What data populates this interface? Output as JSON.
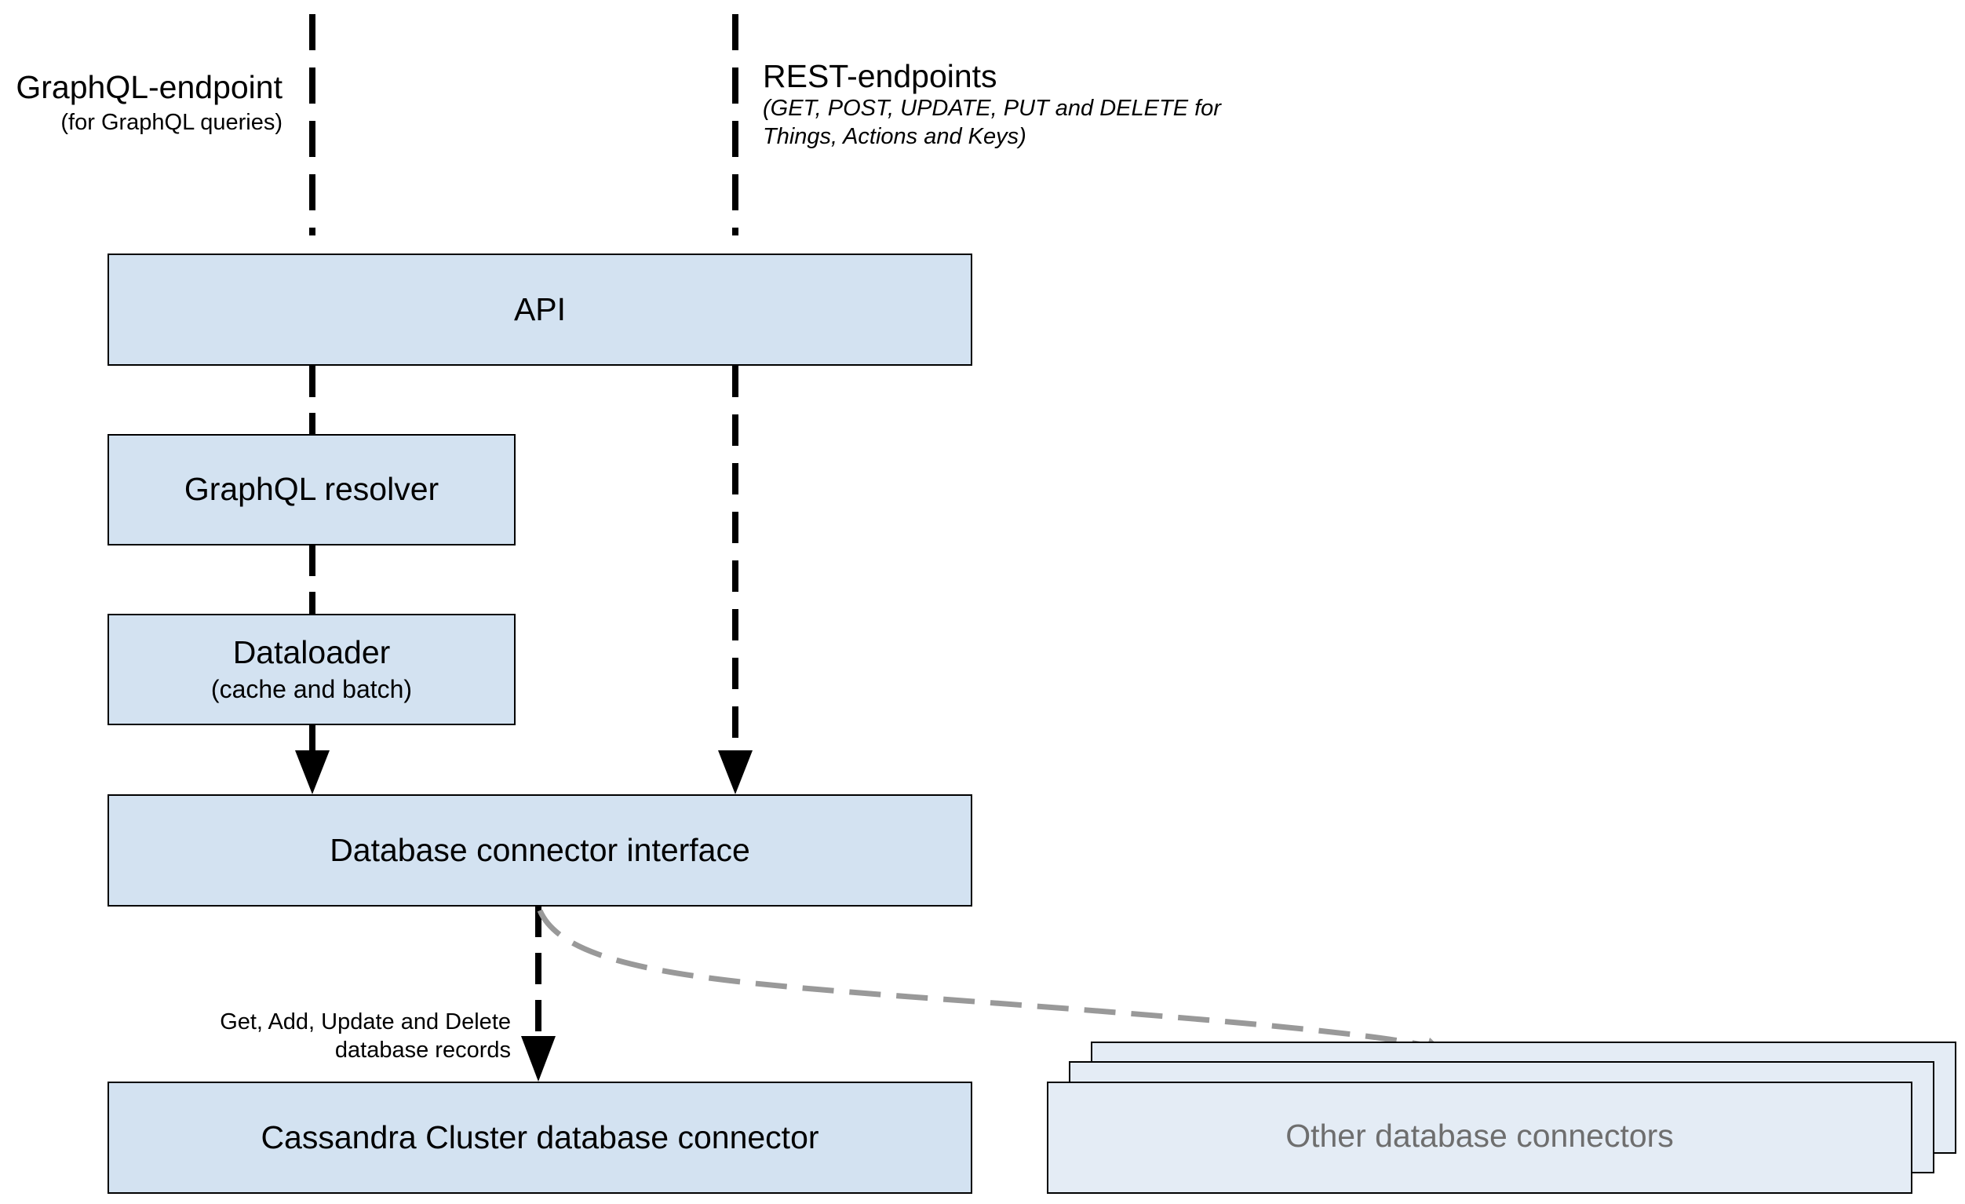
{
  "endpoints": {
    "graphql": {
      "title": "GraphQL-endpoint",
      "note": "(for GraphQL queries)"
    },
    "rest": {
      "title": "REST-endpoints",
      "note_line1": "(GET, POST, UPDATE, PUT and DELETE for",
      "note_line2": "Things, Actions and Keys)"
    }
  },
  "boxes": {
    "api": "API",
    "graphql_resolver": "GraphQL resolver",
    "dataloader": "Dataloader",
    "dataloader_note": "(cache and batch)",
    "db_interface": "Database connector interface",
    "cassandra": "Cassandra Cluster database connector",
    "other_connectors": "Other database connectors"
  },
  "edge_labels": {
    "crud_line1": "Get, Add, Update and Delete",
    "crud_line2": "database records"
  },
  "colors": {
    "box_fill": "#d3e2f1",
    "ghost_fill": "#e4ecf5",
    "arrow": "#000000",
    "ghost_arrow": "#999999",
    "ghost_text": "#6e6e6e"
  }
}
